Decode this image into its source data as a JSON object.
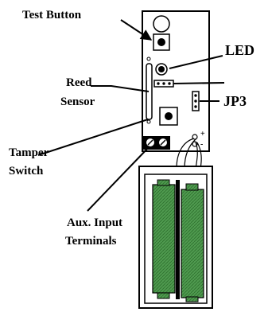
{
  "labels": {
    "test_button": "Test Button",
    "led": "LED",
    "reed_line1": "Reed",
    "reed_line2": "Sensor",
    "jp3": "JP3",
    "tamper_line1": "Tamper",
    "tamper_line2": "Switch",
    "aux_line1": "Aux. Input",
    "aux_line2": "Terminals",
    "polarity_plus": "+",
    "polarity_minus": "-"
  },
  "colors": {
    "line": "#000000",
    "battery_fill": "#4f9a4f",
    "battery_hatch": "#2d6e2d",
    "board": "#ffffff",
    "background": "#ffffff"
  }
}
